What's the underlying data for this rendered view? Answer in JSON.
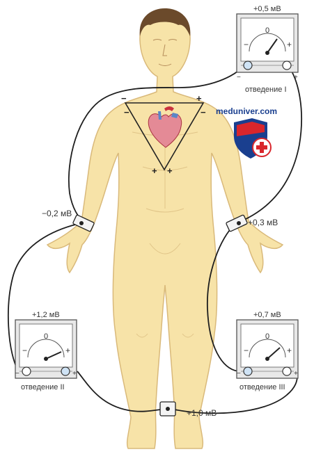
{
  "brand": {
    "site": "meduniver.com",
    "colors": {
      "blue": "#1a3f8f",
      "red": "#d9262c"
    }
  },
  "body_color": "#f7e3a8",
  "body_outline": "#d9b97a",
  "leads": [
    {
      "id": "I",
      "voltage": "+0,5 мВ",
      "label": "отведение I",
      "zero": "0",
      "minus": "−",
      "plus": "+"
    },
    {
      "id": "II",
      "voltage": "+1,2 мВ",
      "label": "отведение II",
      "zero": "0",
      "minus": "−",
      "plus": "+"
    },
    {
      "id": "III",
      "voltage": "+0,7 мВ",
      "label": "отведение III",
      "zero": "0",
      "minus": "−",
      "plus": "+"
    }
  ],
  "electrodes": {
    "right_arm": "−0,2 мВ",
    "left_arm": "+0,3 мВ",
    "left_leg": "+1,0 мВ"
  },
  "triangle_signs": {
    "top_left": "−",
    "top_right": "+",
    "left_minus": "−",
    "bottom_plus_left": "+",
    "bottom_plus_right": "+",
    "right_minus": "−"
  },
  "icons": [
    "heart-icon",
    "shield-cross-icon",
    "galvanometer-icon",
    "electrode-clip-icon"
  ]
}
